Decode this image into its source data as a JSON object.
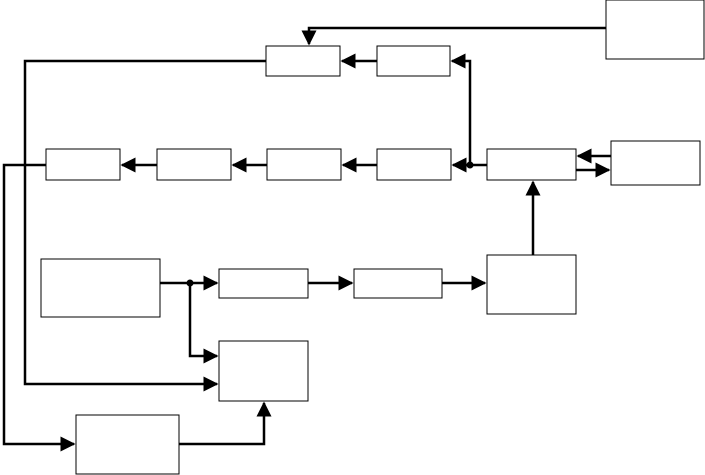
{
  "diagram": {
    "stroke_color": "#000000",
    "background": "#ffffff",
    "blocks": [
      {
        "id": "top-right-box",
        "label": ""
      },
      {
        "id": "top-mid-box",
        "label": ""
      },
      {
        "id": "top-small-box",
        "label": ""
      },
      {
        "id": "row2-box-1",
        "label": ""
      },
      {
        "id": "row2-box-2",
        "label": ""
      },
      {
        "id": "row2-box-3",
        "label": ""
      },
      {
        "id": "row2-box-4",
        "label": ""
      },
      {
        "id": "row2-hub-box",
        "label": ""
      },
      {
        "id": "row2-right-box",
        "label": ""
      },
      {
        "id": "left-input-box",
        "label": ""
      },
      {
        "id": "row3-box-1",
        "label": ""
      },
      {
        "id": "row3-box-2",
        "label": ""
      },
      {
        "id": "row3-right-box",
        "label": ""
      },
      {
        "id": "lower-mid-box",
        "label": ""
      },
      {
        "id": "bottom-box",
        "label": ""
      }
    ]
  }
}
